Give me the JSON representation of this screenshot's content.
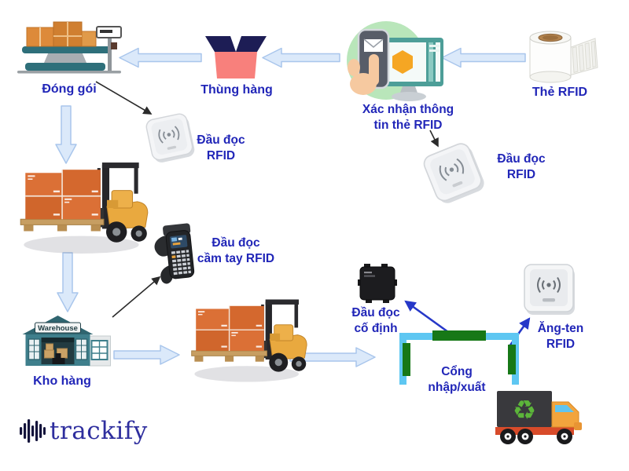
{
  "colors": {
    "label_text": "#2126b8",
    "arrow_fill": "#dbe9fa",
    "arrow_border": "#a9c6ec",
    "connector_dark": "#2b2b2b",
    "connector_blue": "#2638c8",
    "gate_frame": "#5ec7f2",
    "gate_rod": "#177817",
    "logo_text": "#2e2e9e",
    "logo_icon": "#14143c",
    "carton_box_body": "#f8807c",
    "carton_box_flaps": "#1d1d55",
    "crate_orange": "#d96e35",
    "confirm_circle_green": "#b9e6ba"
  },
  "labels": {
    "dong_goi": "Đóng gói",
    "thung_hang": "Thùng hàng",
    "xac_nhan": [
      "Xác nhận thông",
      "tin thẻ RFID"
    ],
    "the_rfid": "Thẻ RFID",
    "dau_doc_rfid_1": [
      "Đầu đọc",
      "RFID"
    ],
    "dau_doc_rfid_2": [
      "Đầu đọc",
      "RFID"
    ],
    "dau_doc_cam_tay": [
      "Đầu đọc",
      "cầm tay RFID"
    ],
    "kho_hang": "Kho hàng",
    "dau_doc_co_dinh": [
      "Đầu đọc",
      "cố định"
    ],
    "ang_ten_rfid": [
      "Ăng-ten",
      "RFID"
    ],
    "cong_nhap_xuat": [
      "Cổng",
      "nhập/xuất"
    ],
    "warehouse_sign": "Warehouse"
  },
  "logo": {
    "text": "trackify"
  }
}
